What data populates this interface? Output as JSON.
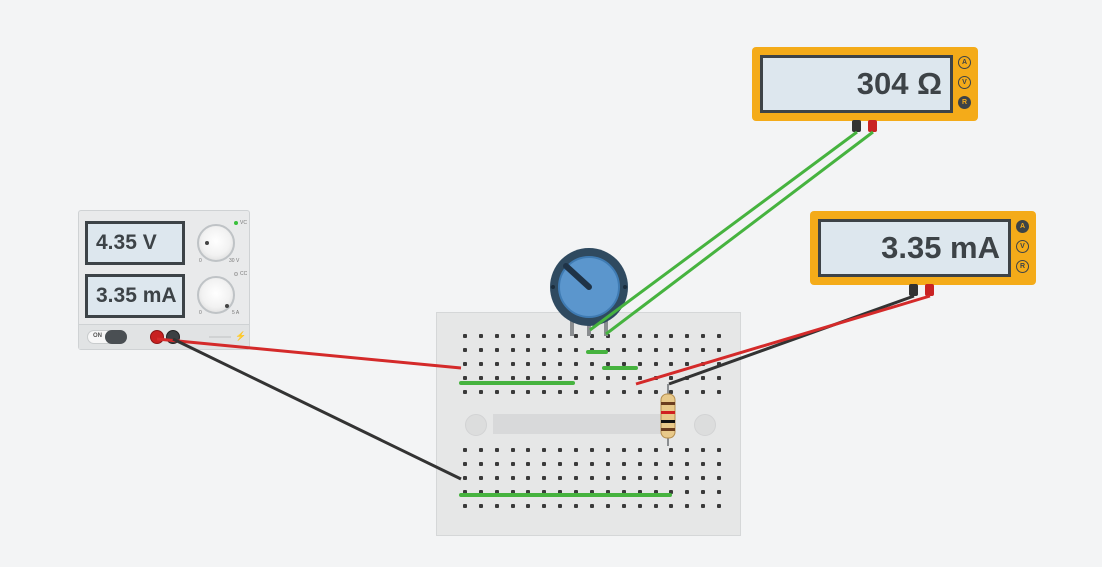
{
  "power_supply": {
    "voltage_display": "4.35 V",
    "current_display": "3.35 mA",
    "switch_label": "ON"
  },
  "ohmmeter": {
    "display": "304 Ω",
    "modes": [
      "A",
      "V",
      "R"
    ],
    "active_mode": "R"
  },
  "ammeter": {
    "display": "3.35 mA",
    "modes": [
      "A",
      "V",
      "R"
    ],
    "active_mode": "A"
  },
  "colors": {
    "wire_red": "#d42a2a",
    "wire_black": "#333333",
    "wire_green": "#46b33f",
    "meter_body": "#f4ab19",
    "lcd": "#dde7ee",
    "pot_knob": "#5b96cd"
  },
  "icons": {
    "potentiometer": "rotary-knob-icon",
    "resistor": "resistor-icon"
  }
}
